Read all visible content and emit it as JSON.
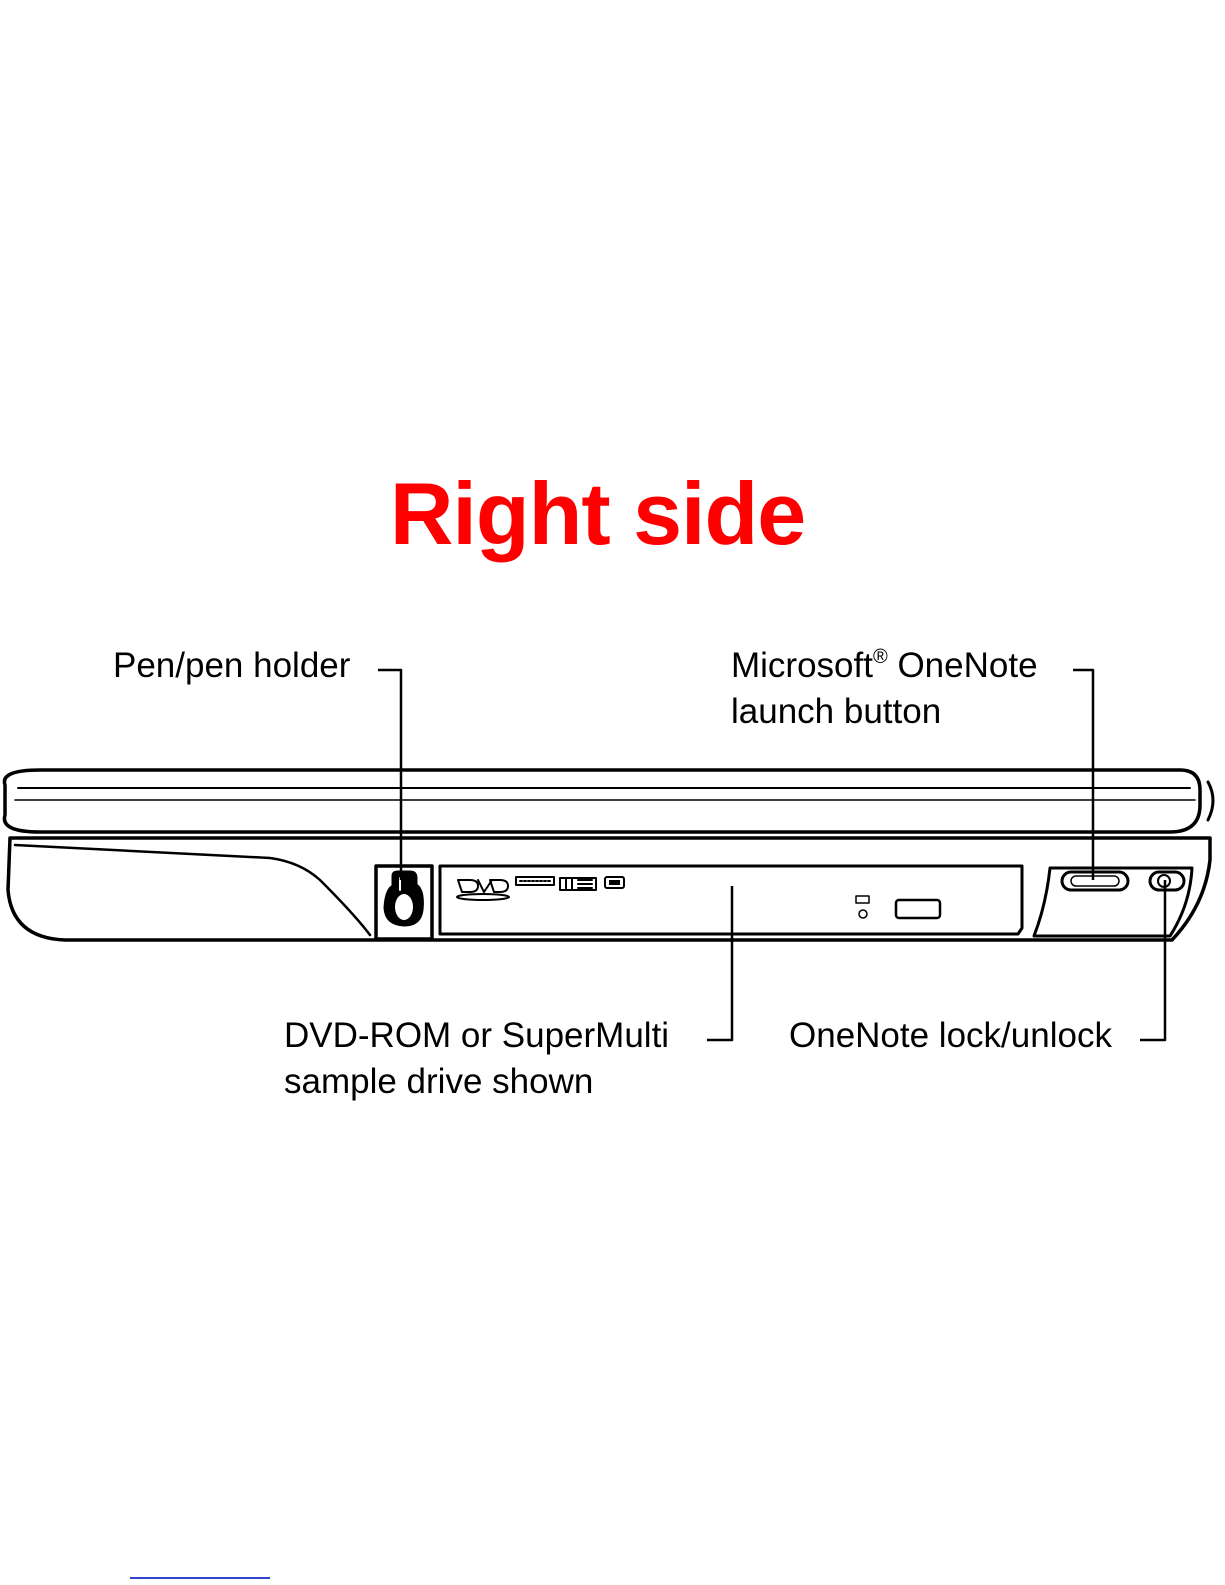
{
  "title": "Right side",
  "callouts": {
    "pen_holder": "Pen/pen holder",
    "onenote_launch_line1_main": "Microsoft",
    "onenote_launch_line1_reg": "®",
    "onenote_launch_line1_rest": " OneNote",
    "onenote_launch_line2": "launch button",
    "drive_line1": "DVD-ROM or SuperMulti",
    "drive_line2": "sample drive shown",
    "onenote_lock": "OneNote lock/unlock"
  },
  "colors": {
    "title": "#ff0000",
    "line": "#000000",
    "background": "#ffffff"
  }
}
